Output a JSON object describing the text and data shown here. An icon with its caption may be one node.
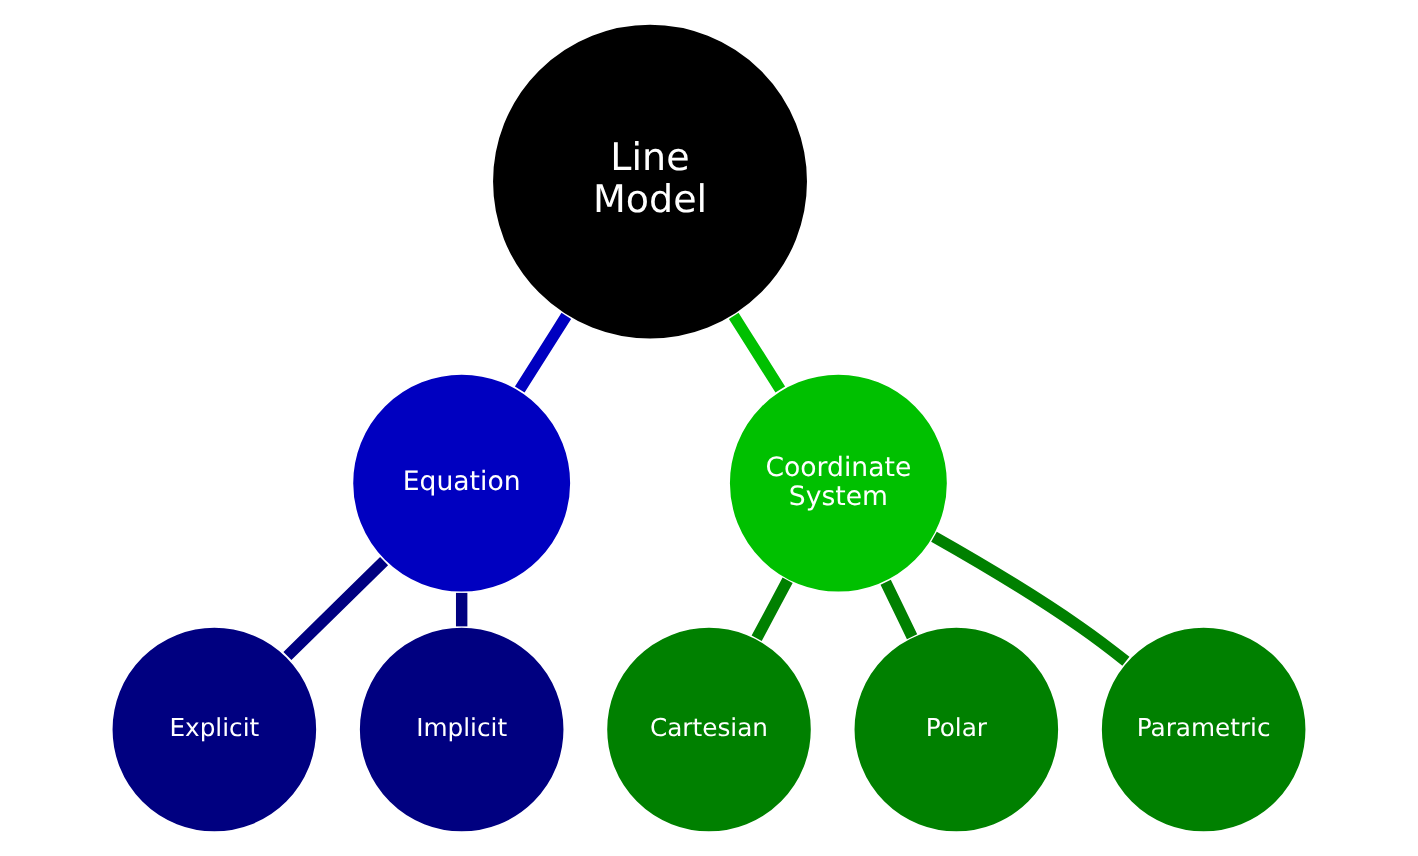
{
  "diagram": {
    "nodes": [
      {
        "text": [
          "Line Model"
        ]
      },
      {
        "text": [
          "Equation"
        ]
      },
      {
        "text": [
          "Coordinate System"
        ]
      },
      {
        "text": [
          "Explicit"
        ]
      },
      {
        "text": [
          "Implicit"
        ]
      },
      {
        "text": [
          "Cartesian"
        ]
      },
      {
        "text": [
          "Polar"
        ]
      },
      {
        "text": [
          "Parametric"
        ]
      }
    ],
    "edges": [
      {
        "from": 0,
        "to": 1,
        "arrow": "none",
        "color": "#0000c0"
      },
      {
        "from": 0,
        "to": 2,
        "arrow": "none",
        "color": "#00c000"
      },
      {
        "from": 1,
        "to": 3,
        "arrow": "none",
        "color": "#000080"
      },
      {
        "from": 1,
        "to": 4,
        "arrow": "none",
        "color": "#000080"
      },
      {
        "from": 2,
        "to": 5,
        "arrow": "none",
        "color": "#008000"
      },
      {
        "from": 2,
        "to": 6,
        "arrow": "none",
        "color": "#008000"
      },
      {
        "from": 2,
        "to": 7,
        "arrow": "none",
        "color": "#008000"
      }
    ]
  }
}
